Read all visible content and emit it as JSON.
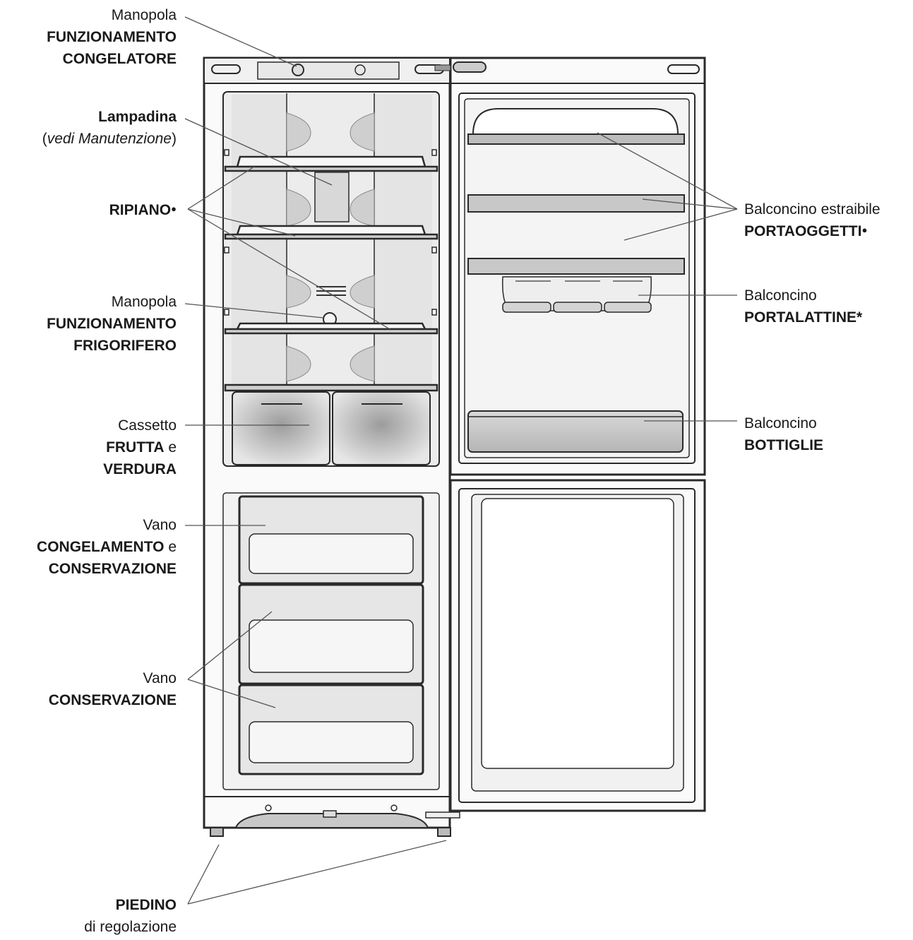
{
  "labels": {
    "freezer_knob": {
      "line1": "Manopola",
      "line2": "FUNZIONAMENTO",
      "line3": "CONGELATORE"
    },
    "lamp": {
      "line1": "Lampadina",
      "line2_open": "(",
      "line2_italic": "vedi Manutenzione",
      "line2_close": ")"
    },
    "shelf": {
      "text": "RIPIANO",
      "mark": "●"
    },
    "fridge_knob": {
      "line1": "Manopola",
      "line2": "FUNZIONAMENTO",
      "line3": "FRIGORIFERO"
    },
    "crisper": {
      "line1": "Cassetto",
      "line2_bold": "FRUTTA",
      "line2_tail": " e",
      "line3": "VERDURA"
    },
    "freezing_compartment": {
      "line1": "Vano",
      "line2_bold": "CONGELAMENTO",
      "line2_tail": " e",
      "line3": "CONSERVAZIONE"
    },
    "storage_compartment": {
      "line1": "Vano",
      "line2": "CONSERVAZIONE"
    },
    "foot": {
      "line1": "PIEDINO",
      "line2": "di regolazione"
    },
    "door_rack": {
      "line1": "Balconcino estraibile",
      "line2": "PORTAOGGETTI",
      "mark": "●"
    },
    "can_rack": {
      "line1": "Balconcino",
      "line2": "PORTALATTINE*"
    },
    "bottle_rack": {
      "line1": "Balconcino",
      "line2": "BOTTIGLIE"
    }
  },
  "colors": {
    "outline": "#2a2a2a",
    "interior": "#e9e9e9",
    "leader": "#555555"
  }
}
